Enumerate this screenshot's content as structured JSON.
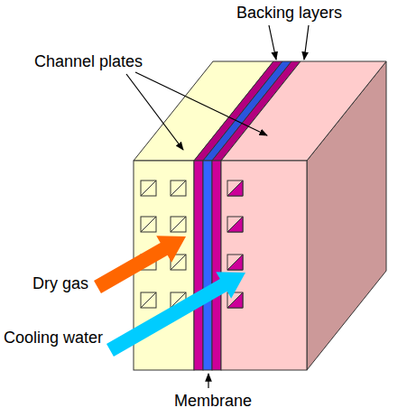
{
  "diagram": {
    "labels": [
      "Backing layers",
      "Channel plates",
      "Dry gas",
      "Cooling water",
      "Membrane"
    ]
  }
}
